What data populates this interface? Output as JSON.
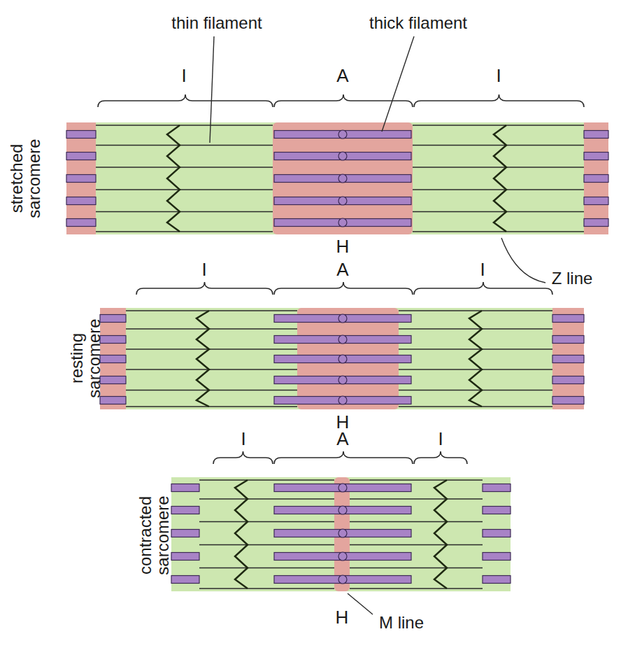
{
  "diagram": {
    "labels": [
      "thin filament",
      "thick filament",
      "I",
      "A",
      "I",
      "stretched sarcomere",
      "H",
      "Z line",
      "I",
      "A",
      "I",
      "resting sarcomere",
      "H",
      "I",
      "A",
      "I",
      "contracted sarcomere",
      "H",
      "M line"
    ]
  }
}
